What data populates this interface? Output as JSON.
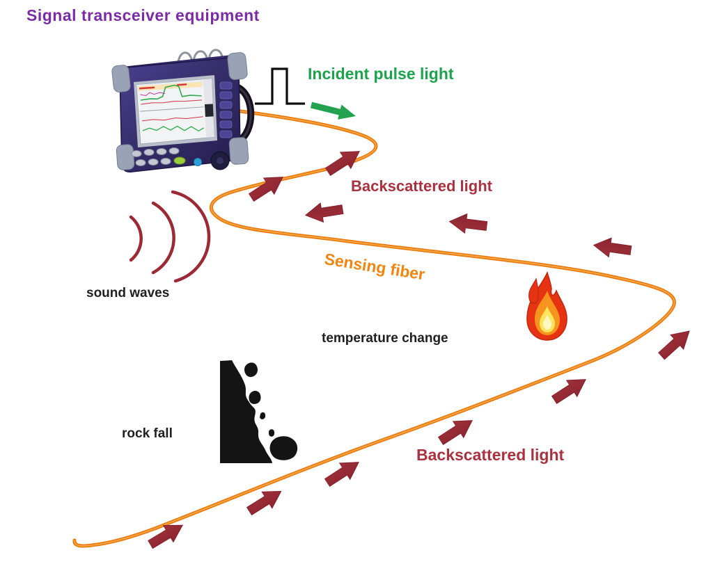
{
  "title": "Signal transceiver equipment",
  "labels": {
    "incident_pulse": "Incident pulse light",
    "backscattered_top": "Backscattered light",
    "sensing_fiber": "Sensing fiber",
    "sound_waves": "sound waves",
    "temperature_change": "temperature change",
    "rock_fall": "rock fall",
    "backscattered_bottom": "Backscattered light"
  },
  "icons": {
    "device": "otdr-transceiver-device",
    "pulse": "square-pulse-icon",
    "incident_arrow": "green-incident-arrow",
    "backscatter_arrows": "dark-red-backscatter-arrows",
    "sound": "sound-waves-icon",
    "flame": "flame-icon",
    "rockfall": "rock-fall-icon",
    "fiber": "sensing-fiber-curve"
  },
  "colors": {
    "title_purple": "#7b2ca5",
    "incident_green": "#1ea24d",
    "backscatter_red": "#a8323f",
    "arrow_red": "#9e2c38",
    "fiber_orange": "#f58220",
    "sensing_label_orange": "#f0860f",
    "plain_label_black": "#1f1f1f",
    "flame_red": "#e63312",
    "flame_orange": "#f7941d",
    "flame_yellow": "#ffe45c",
    "device_body_indigo": "#3b3276"
  }
}
